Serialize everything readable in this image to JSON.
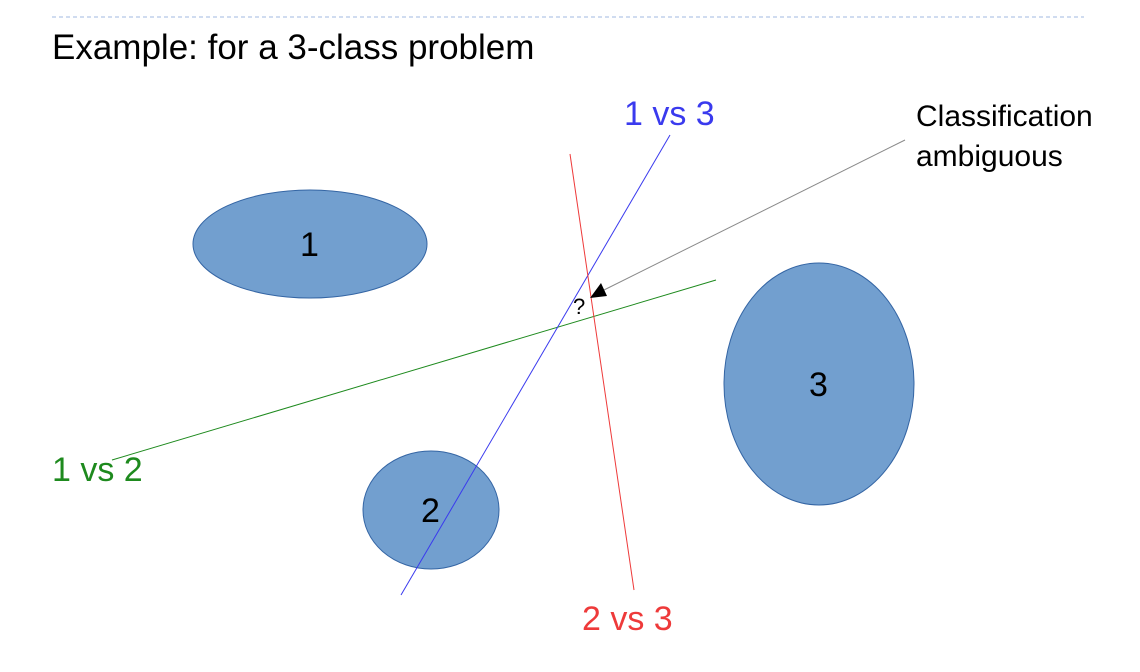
{
  "title": "Example: for a 3-class problem",
  "classes": [
    {
      "id": "class-1",
      "label": "1"
    },
    {
      "id": "class-2",
      "label": "2"
    },
    {
      "id": "class-3",
      "label": "3"
    }
  ],
  "boundaries": [
    {
      "id": "1vs2",
      "label": "1 vs 2",
      "color": "#1e8a1e"
    },
    {
      "id": "1vs3",
      "label": "1 vs 3",
      "color": "#3a3aee"
    },
    {
      "id": "2vs3",
      "label": "2 vs 3",
      "color": "#ee3a3a"
    }
  ],
  "ambiguous_marker": "?",
  "annotation": {
    "line1": "Classification",
    "line2": "ambiguous"
  },
  "colors": {
    "ellipse_fill": "#729fcf",
    "ellipse_stroke": "#3465a4",
    "divider": "#b4c7e7"
  }
}
